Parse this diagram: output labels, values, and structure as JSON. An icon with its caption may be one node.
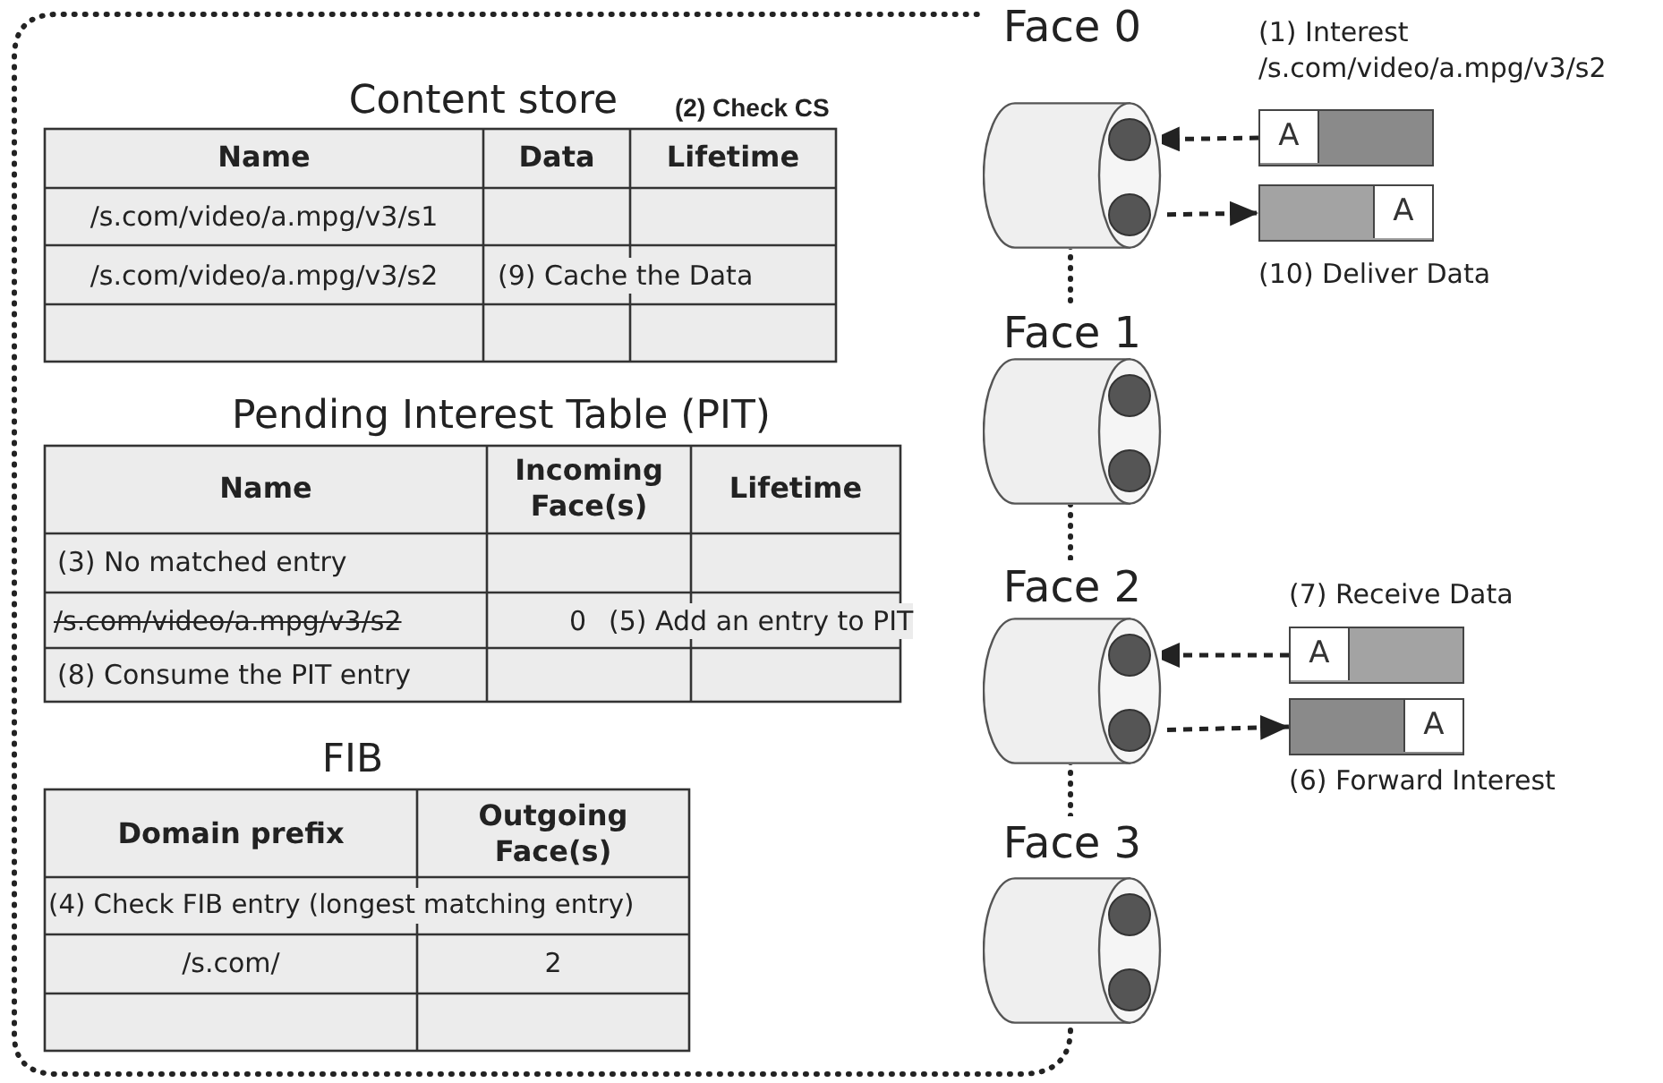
{
  "diagram": {
    "nodes": [
      {
        "text": [
          "Face 0"
        ]
      },
      {
        "text": [],
        "shape": "circle",
        "in": 0
      },
      {
        "text": [],
        "shape": "circle",
        "in": 0
      },
      {
        "text": [
          "A"
        ],
        "beside": [
          "(1) Interest /s.com/video/a.mpg/v3/s2"
        ]
      },
      {
        "text": [
          "A"
        ],
        "beside": [
          "(10) Deliver Data"
        ]
      },
      {
        "text": [
          "Face 1"
        ]
      },
      {
        "text": [],
        "shape": "circle",
        "in": 5
      },
      {
        "text": [],
        "shape": "circle",
        "in": 5
      },
      {
        "text": [
          "Face 2"
        ]
      },
      {
        "text": [],
        "shape": "circle",
        "in": 8
      },
      {
        "text": [],
        "shape": "circle",
        "in": 8
      },
      {
        "text": [
          "A"
        ],
        "beside": [
          "(7) Receive Data"
        ]
      },
      {
        "text": [
          "A"
        ],
        "beside": [
          "(6) Forward Interest"
        ]
      },
      {
        "text": [
          "Face 3"
        ]
      },
      {
        "text": [],
        "shape": "circle",
        "in": 13
      },
      {
        "text": [],
        "shape": "circle",
        "in": 13
      }
    ],
    "edges": [
      {
        "from": 3,
        "to": 1,
        "arrow": "to",
        "style": "dashed"
      },
      {
        "from": 2,
        "to": 4,
        "arrow": "to",
        "style": "dashed"
      },
      {
        "from": 11,
        "to": 9,
        "arrow": "to",
        "style": "dashed"
      },
      {
        "from": 10,
        "to": 12,
        "arrow": "to",
        "style": "dashed"
      }
    ],
    "labels": [
      "Content store",
      "(2) Check CS",
      "Name",
      "Data",
      "Lifetime",
      "/s.com/video/a.mpg/v3/s1",
      "/s.com/video/a.mpg/v3/s2",
      "(9) Cache the Data",
      "Pending Interest Table (PIT)",
      "Name",
      "Incoming Face(s)",
      "Lifetime",
      "(3) No matched entry",
      "/s.com/video/a.mpg/v3/s2",
      "0",
      "(5) Add an entry to PIT",
      "(8) Consume the PIT entry",
      "FIB",
      "Domain prefix",
      "Outgoing Face(s)",
      "(4) Check FIB entry (longest matching entry)",
      "/s.com/",
      "2"
    ]
  }
}
